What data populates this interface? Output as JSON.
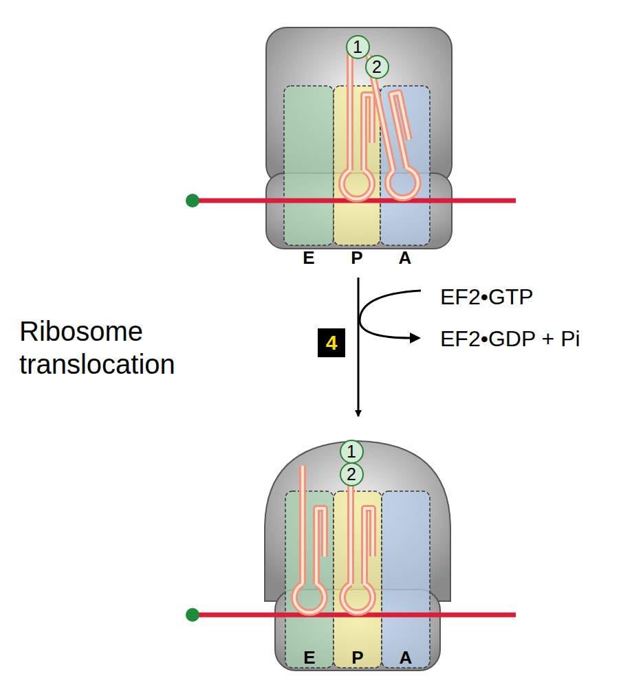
{
  "diagram": {
    "nodes": [
      {
        "text": [
          "E",
          "P",
          "A"
        ]
      },
      {
        "text": [
          "1"
        ]
      },
      {
        "text": [
          "2"
        ]
      },
      {
        "text": [
          "4"
        ]
      },
      {
        "text": [
          "E",
          "P",
          "A"
        ]
      },
      {
        "text": [
          "1"
        ]
      },
      {
        "text": [
          "2"
        ]
      }
    ],
    "edges": [
      {
        "from": 0,
        "to": 4,
        "arrow": "to"
      }
    ],
    "labels": [
      "Ribosome translocation",
      "EF2•GTP",
      "EF2•GDP + Pi"
    ]
  }
}
